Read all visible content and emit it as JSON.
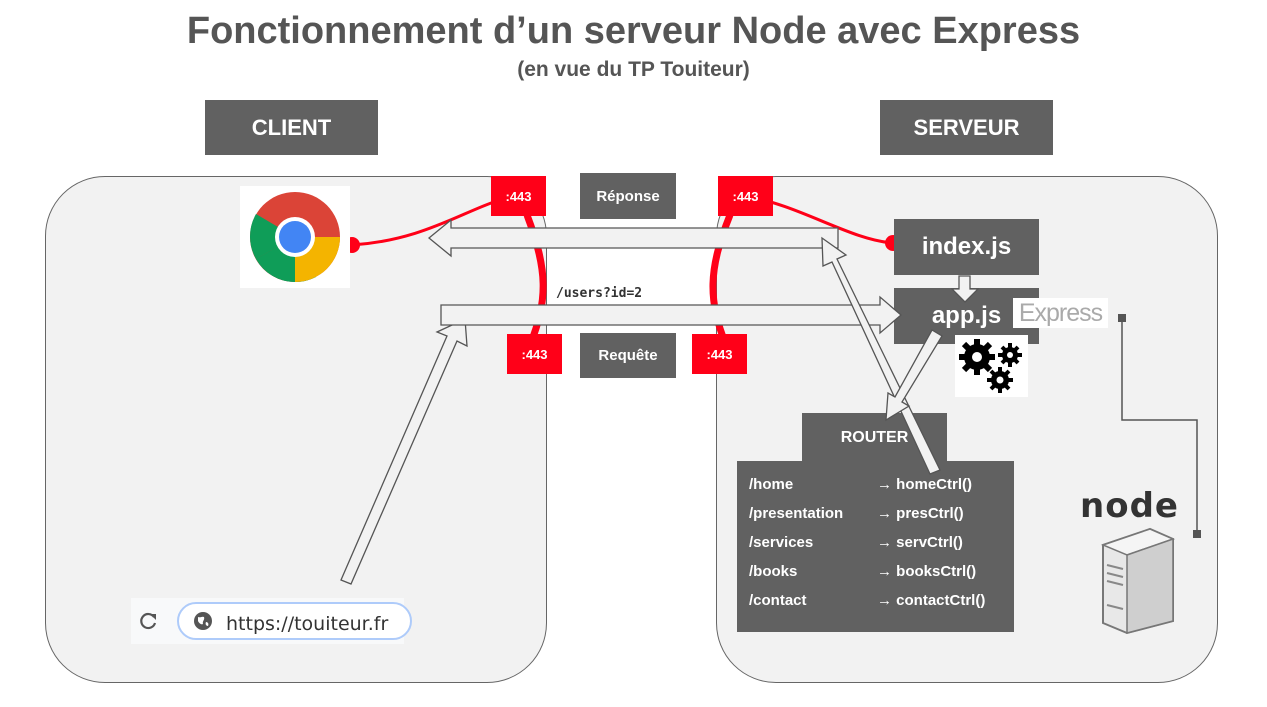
{
  "title": "Fonctionnement d’un serveur Node avec Express",
  "subtitle": "(en vue du TP Touiteur)",
  "client_label": "CLIENT",
  "server_label": "SERVEUR",
  "ports": [
    ":443",
    ":443",
    ":443",
    ":443"
  ],
  "response_label": "Réponse",
  "request_label": "Requête",
  "request_path": "/users?id=2",
  "index_file": "index.js",
  "app_file": "app.js",
  "express_logo": "Express",
  "router_label": "ROUTER",
  "routes": [
    {
      "path": "/home",
      "ctrl": "→ homeCtrl()"
    },
    {
      "path": "/presentation",
      "ctrl": "→ presCtrl()"
    },
    {
      "path": "/services",
      "ctrl": "→ servCtrl()"
    },
    {
      "path": "/books",
      "ctrl": "→ booksCtrl()"
    },
    {
      "path": "/contact",
      "ctrl": "→ contactCtrl()"
    }
  ],
  "url": "https://touiteur.fr",
  "node_logo": "node",
  "icons": [
    "chrome-icon",
    "reload-icon",
    "globe-icon",
    "gears-icon",
    "server-icon"
  ],
  "colors": {
    "red": "#ff0018",
    "dark": "#616161",
    "panel": "#f2f2f2"
  }
}
